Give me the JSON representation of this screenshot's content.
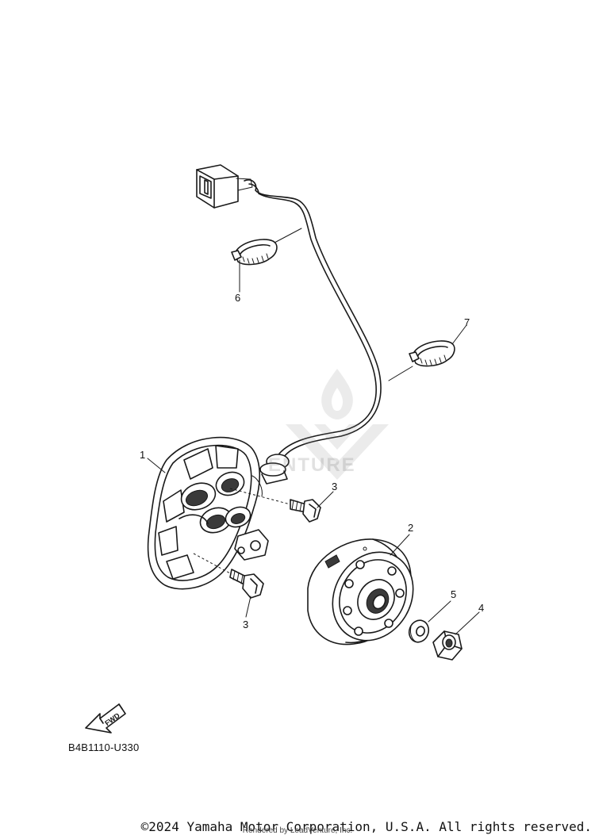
{
  "diagram": {
    "catalog_code": "B4B1110-U330",
    "fwd_label": "FWD",
    "callouts": {
      "p1": "1",
      "p2": "2",
      "p3a": "3",
      "p3b": "3",
      "p4": "4",
      "p5": "5",
      "p6": "6",
      "p7": "7"
    }
  },
  "watermark": {
    "brand_partial": "ENTURE",
    "logo_icon": "flame-v-logo-icon"
  },
  "footer": {
    "copyright": "©2024 Yamaha Motor Corporation, U.S.A. All rights reserved.",
    "rendered_by": "Rendered by LeadVenture, Inc."
  },
  "colors": {
    "ink": "#1a1a1a",
    "background": "#ffffff"
  }
}
